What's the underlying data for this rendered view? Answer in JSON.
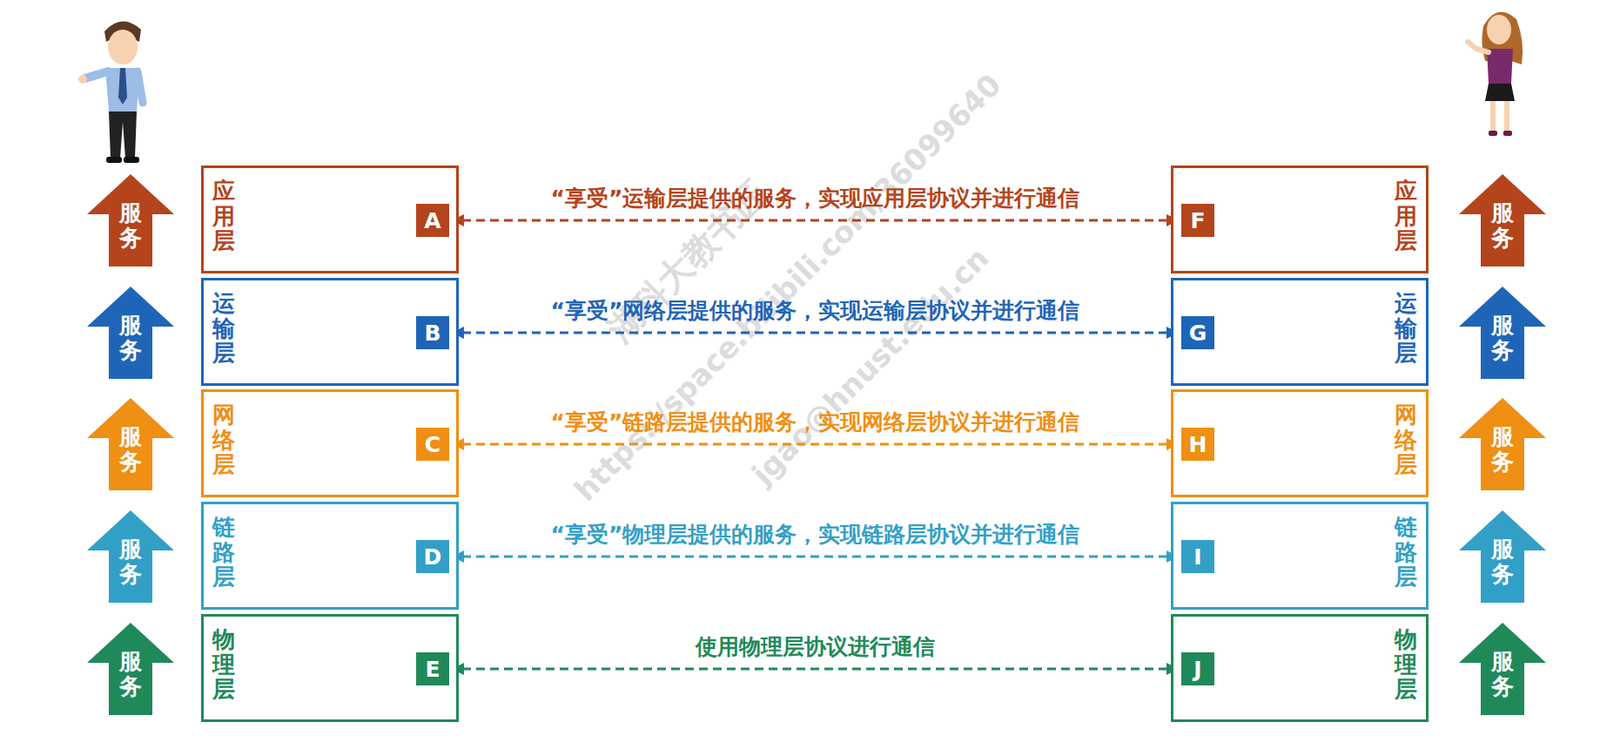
{
  "diagram": {
    "nodes": [
      {
        "text": [
          "服务"
        ]
      },
      {
        "text": [
          "应用层"
        ]
      },
      {
        "text": [
          "A"
        ],
        "in": 1
      },
      {
        "text": [
          "应用层"
        ]
      },
      {
        "text": [
          "F"
        ],
        "in": 3
      },
      {
        "text": [
          "服务"
        ]
      },
      {
        "text": [
          "服务"
        ]
      },
      {
        "text": [
          "运输层"
        ]
      },
      {
        "text": [
          "B"
        ],
        "in": 7
      },
      {
        "text": [
          "运输层"
        ]
      },
      {
        "text": [
          "G"
        ],
        "in": 9
      },
      {
        "text": [
          "服务"
        ]
      },
      {
        "text": [
          "服务"
        ]
      },
      {
        "text": [
          "网络层"
        ]
      },
      {
        "text": [
          "C"
        ],
        "in": 13
      },
      {
        "text": [
          "网络层"
        ]
      },
      {
        "text": [
          "H"
        ],
        "in": 15
      },
      {
        "text": [
          "服务"
        ]
      },
      {
        "text": [
          "服务"
        ]
      },
      {
        "text": [
          "链路层"
        ]
      },
      {
        "text": [
          "D"
        ],
        "in": 19
      },
      {
        "text": [
          "链路层"
        ]
      },
      {
        "text": [
          "I"
        ],
        "in": 21
      },
      {
        "text": [
          "服务"
        ]
      },
      {
        "text": [
          "服务"
        ]
      },
      {
        "text": [
          "物理层"
        ]
      },
      {
        "text": [
          "E"
        ],
        "in": 25
      },
      {
        "text": [
          "物理层"
        ]
      },
      {
        "text": [
          "J"
        ],
        "in": 27
      },
      {
        "text": [
          "服务"
        ]
      }
    ],
    "edges": [
      {
        "from": 2,
        "to": 4,
        "arrow": "both",
        "label": "“享受”运输层提供的服务，实现应用层协议并进行通信"
      },
      {
        "from": 8,
        "to": 10,
        "arrow": "both",
        "label": "“享受”网络层提供的服务，实现运输层协议并进行通信"
      },
      {
        "from": 14,
        "to": 16,
        "arrow": "both",
        "label": "“享受”链路层提供的服务，实现网络层协议并进行通信"
      },
      {
        "from": 20,
        "to": 22,
        "arrow": "both",
        "label": "“享受”物理层提供的服务，实现链路层协议并进行通信"
      },
      {
        "from": 26,
        "to": 28,
        "arrow": "both",
        "label": "使用物理层协议进行通信"
      }
    ],
    "labels": [
      "湖科大教书匠",
      "https://space.bilibili.com/36099640",
      "jgao@hnust.edu.cn"
    ]
  }
}
